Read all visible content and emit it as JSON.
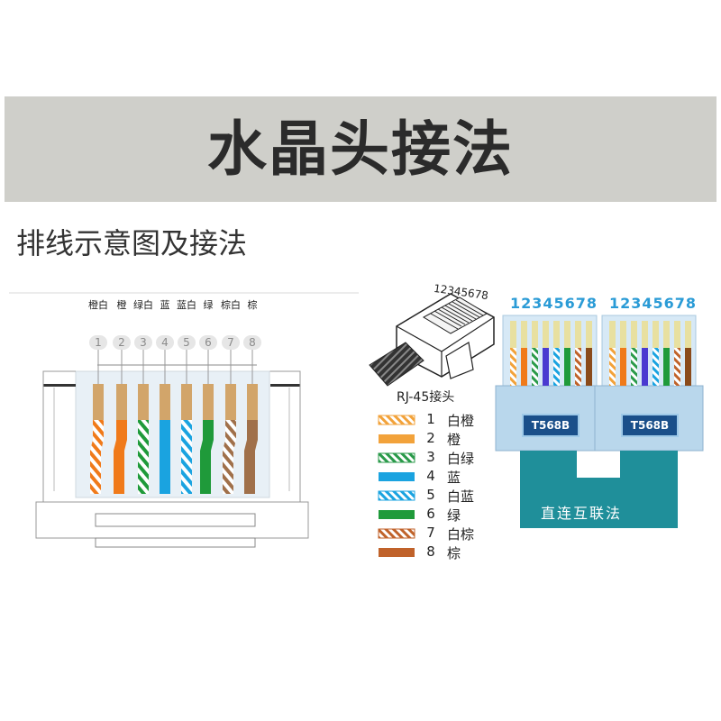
{
  "header": {
    "title": "水晶头接法"
  },
  "subtitle": "排线示意图及接法",
  "left_diagram": {
    "wire_labels": [
      "橙白",
      "橙",
      "绿白",
      "蓝",
      "蓝白",
      "绿",
      "棕白",
      "棕"
    ],
    "pin_numbers": [
      "1",
      "2",
      "3",
      "4",
      "5",
      "6",
      "7",
      "8"
    ]
  },
  "rj45": {
    "pin_numbers_text": "12345678",
    "label": "RJ-45接头"
  },
  "legend": [
    {
      "num": "1",
      "text": "白橙",
      "color": "#f2a23a",
      "striped": true
    },
    {
      "num": "2",
      "text": "橙",
      "color": "#f2a23a",
      "striped": false
    },
    {
      "num": "3",
      "text": "白绿",
      "color": "#2a9a4a",
      "striped": true
    },
    {
      "num": "4",
      "text": "蓝",
      "color": "#1aa3e0",
      "striped": false
    },
    {
      "num": "5",
      "text": "白蓝",
      "color": "#1aa3e0",
      "striped": true
    },
    {
      "num": "6",
      "text": "绿",
      "color": "#1f9a3a",
      "striped": false
    },
    {
      "num": "7",
      "text": "白棕",
      "color": "#c0622a",
      "striped": true
    },
    {
      "num": "8",
      "text": "棕",
      "color": "#c0622a",
      "striped": false
    }
  ],
  "right_diagram": {
    "pin_numbers_text": "12345678",
    "standard_label": "T568B",
    "bottom_label": "直连互联法"
  },
  "colors": {
    "orange": "#f07a1a",
    "green": "#1f9a3a",
    "blue": "#1aa3e0",
    "brown": "#a0704a",
    "connector_blue": "#b9d7ec",
    "teal": "#1f8f9a"
  }
}
